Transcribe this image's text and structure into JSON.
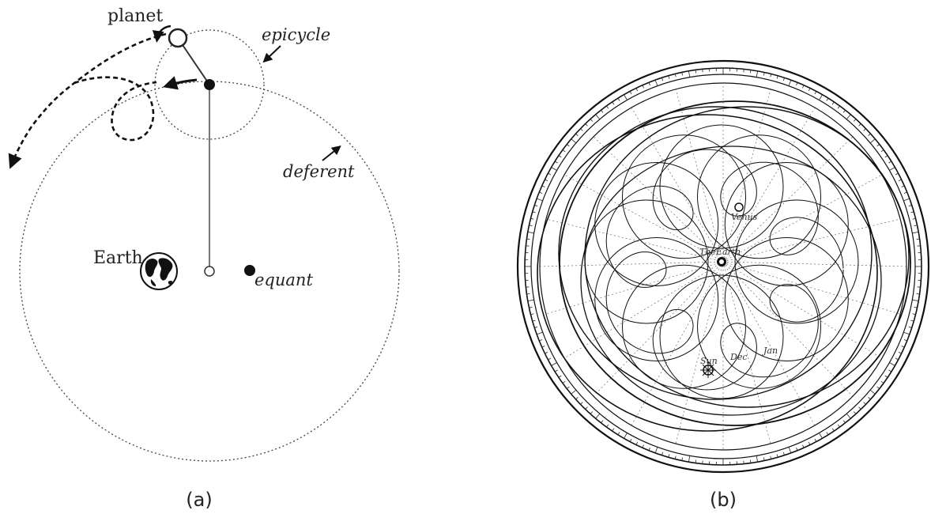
{
  "panel_a": {
    "labels": {
      "planet": "planet",
      "epicycle": "epicycle",
      "deferent": "deferent",
      "earth": "Earth",
      "equant": "equant"
    },
    "caption": "(a)"
  },
  "panel_b": {
    "labels": {
      "the_earth": "TheEarth",
      "venus": "Venus",
      "sun": "Sun",
      "dec": "Dec",
      "jan": "Jan"
    },
    "caption": "(b)",
    "colors": {
      "ink": "#1a1a1a"
    }
  }
}
